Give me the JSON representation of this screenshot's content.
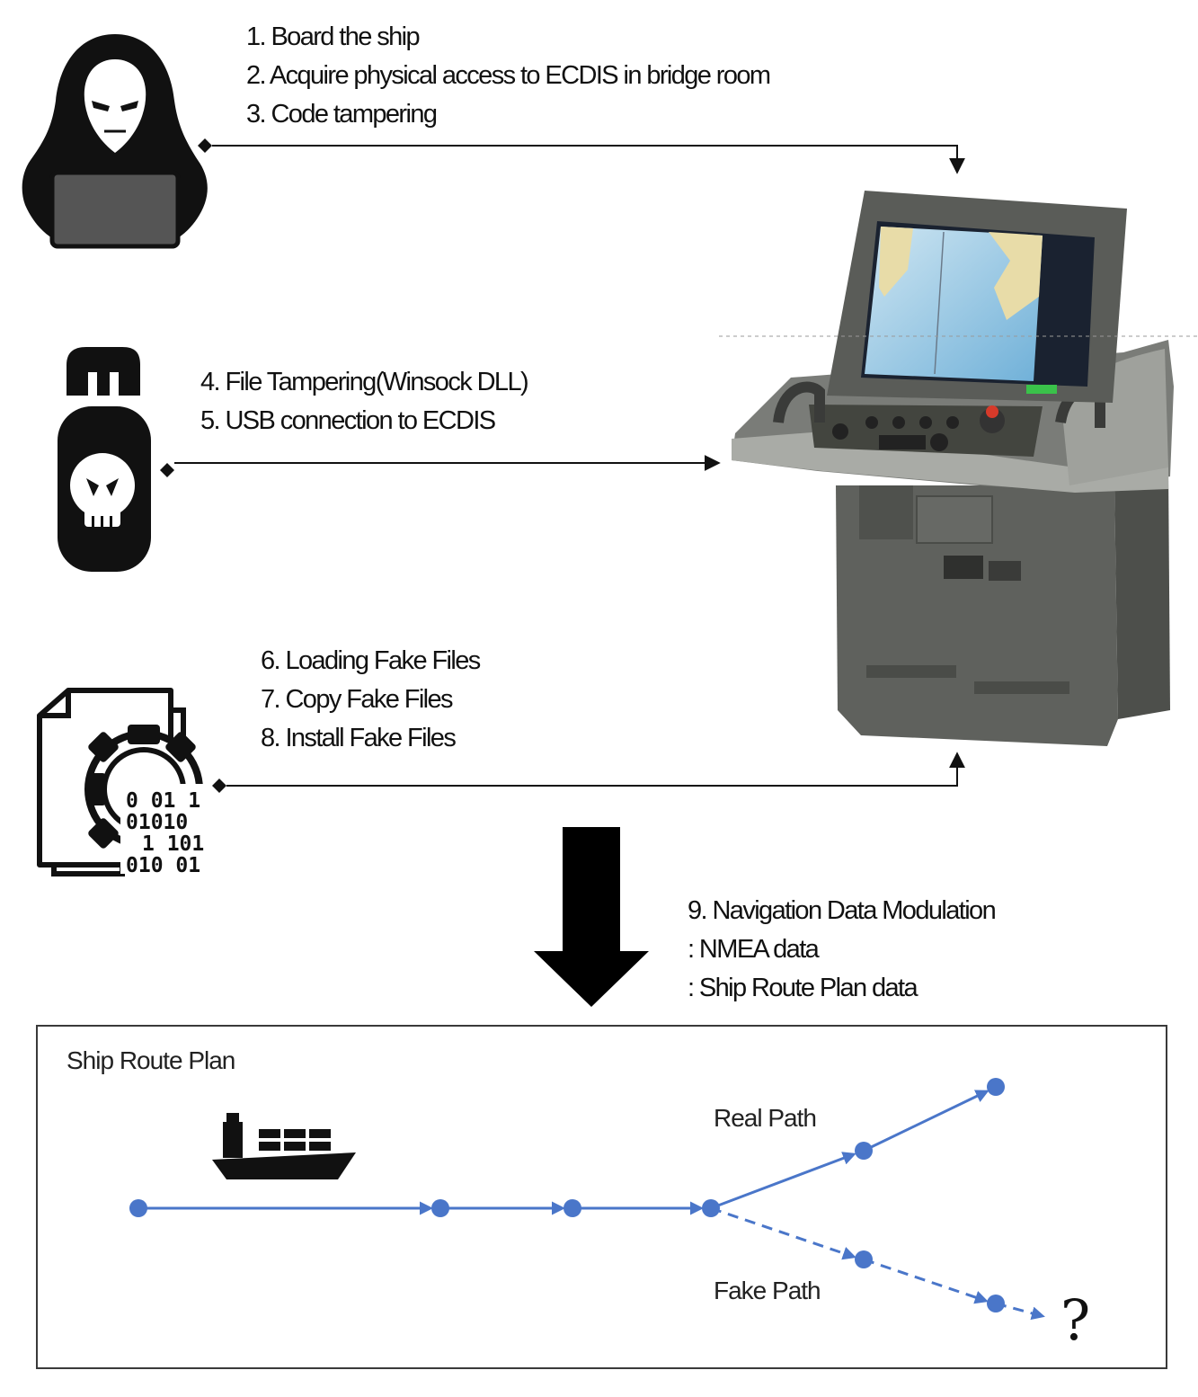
{
  "attack_steps": {
    "physical_access": [
      "1. Board the ship",
      "2. Acquire physical access to ECDIS in bridge room",
      "3. Code tampering"
    ],
    "usb": [
      "4. File Tampering(Winsock DLL)",
      "5. USB connection to ECDIS"
    ],
    "fake_files": [
      "6. Loading Fake Files",
      "7. Copy Fake Files",
      "8. Install Fake Files"
    ],
    "modulation": [
      "9. Navigation Data Modulation",
      ": NMEA data",
      ": Ship Route Plan data"
    ]
  },
  "route_plan": {
    "title": "Ship Route Plan",
    "real_path_label": "Real Path",
    "fake_path_label": "Fake Path",
    "unknown_marker": "?"
  },
  "binary_text": [
    "0  01  1",
    "01010",
    "1  101",
    "010  01"
  ],
  "colors": {
    "route": "#4a76c9",
    "line": "#111111",
    "console_body": "#5f615d",
    "console_light": "#a9aba6"
  },
  "icons": [
    "hacker-icon",
    "usb-skull-icon",
    "fake-file-gear-icon",
    "ecdis-console-icon",
    "cargo-ship-icon",
    "down-arrow-icon"
  ]
}
